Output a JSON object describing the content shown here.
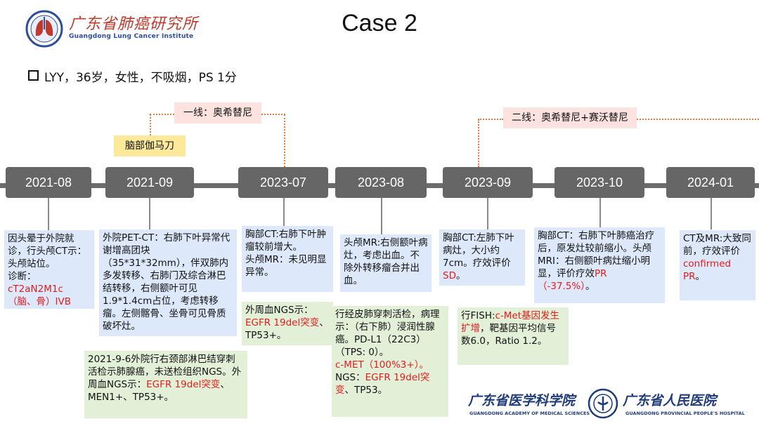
{
  "header": {
    "title": "Case 2",
    "logo_cn": "广东省肺癌研究所",
    "logo_en": "Guangdong Lung Cancer Institute"
  },
  "patient": {
    "info": "LYY，36岁，女性，不吸烟，PS 1分"
  },
  "timeline": {
    "dates": [
      "2021-08",
      "2021-09",
      "2023-07",
      "2023-08",
      "2023-09",
      "2023-10",
      "2024-01"
    ]
  },
  "tags": {
    "gamma_knife": "脑部伽马刀",
    "line1": "一线：奥希替尼",
    "line2": "二线：奥希替尼+赛沃替尼"
  },
  "cards": {
    "c1": [
      {
        "t": "因头晕于外院就诊，行头颅CT示：头颅站位。"
      },
      {
        "t": "诊断："
      },
      {
        "t": "cT2aN2M1c（脑、骨）IVB",
        "red": true
      }
    ],
    "c2": [
      {
        "t": "外院PET-CT：右肺下叶异常代谢增高团块（35*31*32mm），伴双肺内多发转移、右肺门及综合淋巴结转移，右侧额叶可见1.9*1.4cm占位，考虑转移瘤。左侧髂骨、坐骨可见骨质破坏灶。"
      }
    ],
    "c2b": [
      {
        "t": "2021-9-6外院行右颈部淋巴结穿刺活检示肺腺癌，未送检组织NGS。"
      },
      {
        "t": "外周血NGS示：",
        "inline": true
      },
      {
        "t": "EGFR 19del突变",
        "red": true,
        "inline": true
      },
      {
        "t": "、MEN1+、TP53+。",
        "inline": true
      }
    ],
    "c3": [
      {
        "t": "胸部CT:右肺下叶肿瘤较前增大。"
      },
      {
        "t": "头颅MR：未见明显异常。"
      }
    ],
    "c3b": [
      {
        "t": "外周血NGS示："
      },
      {
        "t": "EGFR 19del突变",
        "red": true,
        "inline": true
      },
      {
        "t": "、TP53+。",
        "inline": true
      }
    ],
    "c4": [
      {
        "t": "头颅MR:右侧额叶病灶，考虑出血。不除外转移瘤合并出血。"
      }
    ],
    "c4b": [
      {
        "t": "行经皮肺穿刺活检，病理示：（右下肺）浸润性腺癌。PD-L1（22C3）（TPS: 0）。"
      },
      {
        "t": "c-MET（100%3+）。",
        "red": true
      },
      {
        "t": "NGS：",
        "inline": true
      },
      {
        "t": "EGFR 19del突变",
        "red": true,
        "inline": true
      },
      {
        "t": "、TP53。",
        "inline": true
      }
    ],
    "c5": [
      {
        "t": "胸部CT:左肺下叶病灶，大小约7cm。疗效评价",
        "inline": true
      },
      {
        "t": "SD",
        "red": true,
        "inline": true
      },
      {
        "t": "。",
        "inline": true
      }
    ],
    "c5b": [
      {
        "t": "行FISH:"
      },
      {
        "t": "c-Met基因发生扩增",
        "red": true,
        "inline": true
      },
      {
        "t": "，靶基因平均信号数6.0，Ratio 1.2。",
        "inline": true
      }
    ],
    "c6": [
      {
        "t": "胸部CT：右肺下叶肺癌治疗后，原发灶较前缩小。"
      },
      {
        "t": "头颅MRI：右侧额叶病灶缩小明显，评价疗效",
        "inline": true
      },
      {
        "t": "PR（-37.5%）",
        "red": true,
        "inline": true
      },
      {
        "t": "。",
        "inline": true
      }
    ],
    "c7": [
      {
        "t": "CT及MR:大致同前，疗效评价"
      },
      {
        "t": "confirmed PR",
        "red": true,
        "inline": true
      },
      {
        "t": "。",
        "inline": true
      }
    ]
  },
  "footer": {
    "academy_cn": "广东省医学科学院",
    "academy_en": "GUANGDONG ACADEMY OF MEDICAL SCIENCES",
    "hospital_cn": "广东省人民医院",
    "hospital_en": "GUANGDONG PROVINCIAL PEOPLE'S HOSPITAL"
  },
  "colors": {
    "date_bg": "#666666",
    "red": "#e11c1c",
    "blue_card": "#dde9fb",
    "green_card": "#e3f0d8",
    "dotted": "#e77a3e"
  }
}
